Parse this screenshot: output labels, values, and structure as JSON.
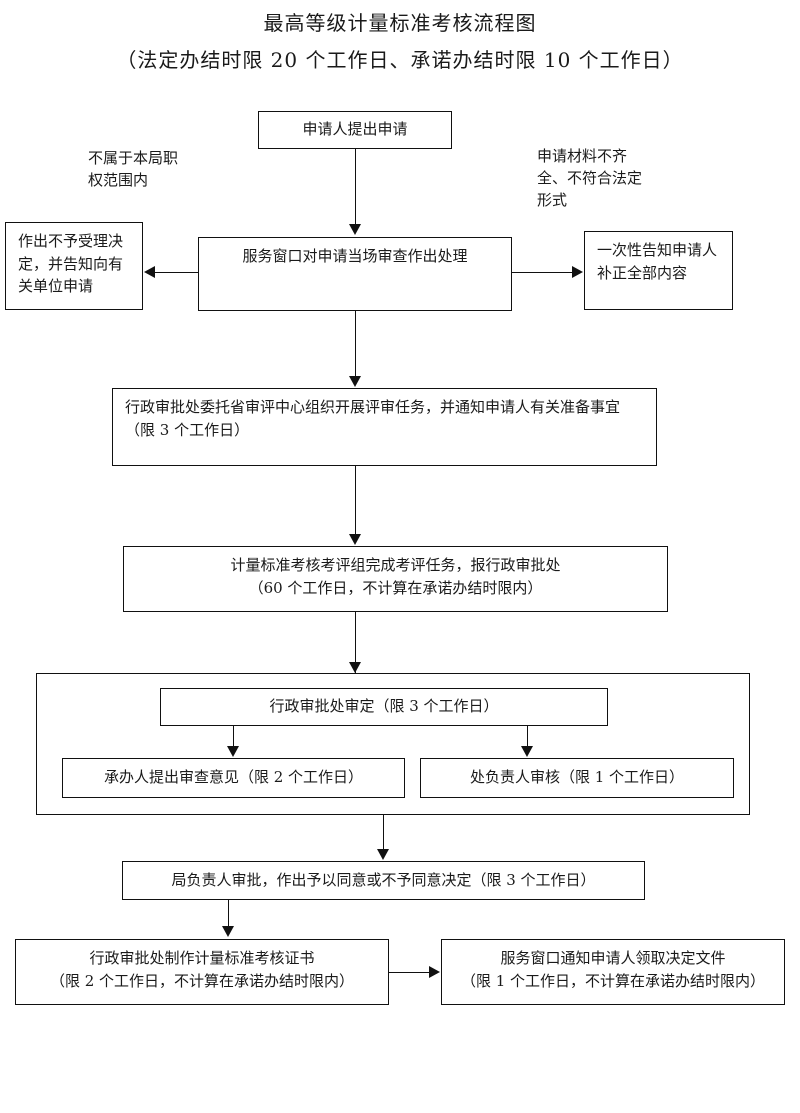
{
  "document": {
    "title_line_1": "最高等级计量标准考核流程图",
    "title_line_2": "（法定办结时限 20 个工作日、承诺办结时限 10 个工作日）"
  },
  "nodes": {
    "applicant_submit": "申请人提出申请",
    "service_window_review": "服务窗口对申请当场审查作出处理",
    "reject_acceptance": "作出不予受理决定，并告知向有关单位申请",
    "one_time_notice": "一次性告知申请人补正全部内容",
    "entrust_review_center": "行政审批处委托省审评中心组织开展评审任务，并通知申请人有关准备事宜（限 3 个工作日）",
    "assessment_group_done": "计量标准考核考评组完成考评任务，报行政审批处\n（60 个工作日，不计算在承诺办结时限内）",
    "approval_office_decision": "行政审批处审定（限 3 个工作日）",
    "handler_opinion": "承办人提出审查意见（限 2 个工作日）",
    "department_head_review": "处负责人审核（限 1 个工作日）",
    "bureau_head_approval": "局负责人审批，作出予以同意或不予同意决定（限 3 个工作日）",
    "make_certificate": "行政审批处制作计量标准考核证书\n（限 2 个工作日，不计算在承诺办结时限内）",
    "notify_collect_document": "服务窗口通知申请人领取决定文件\n（限 1 个工作日，不计算在承诺办结时限内）"
  },
  "labels": {
    "out_of_scope": "不属于本局职\n权范围内",
    "incomplete_materials": "申请材料不齐\n全、不符合法定\n形式"
  },
  "colors": {
    "stroke": "#111111",
    "background": "#ffffff",
    "text": "#1a1a1a"
  }
}
